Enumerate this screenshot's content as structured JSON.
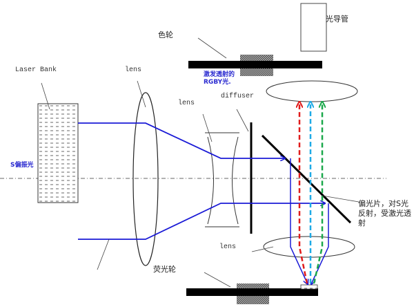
{
  "labels": {
    "laser_bank": "Laser Bank",
    "lens_1": "lens",
    "lens_2": "lens",
    "lens_3": "lens",
    "diffuser": "diffuser",
    "color_wheel": "色轮",
    "light_pipe": "光导管",
    "phosphor_wheel": "荧光轮",
    "s_polarized": "S偏振光",
    "rgby_line1": "激发透射的",
    "rgby_line2": "RGBY光.",
    "polarizer_line1": "偏光片，对S光",
    "polarizer_line2": "反射，受激光透",
    "polarizer_line3": "射"
  },
  "colors": {
    "laser_beam": "#1a1ad6",
    "red_light": "#e01b1b",
    "blue_light": "#1eaae6",
    "green_light": "#1aa84a",
    "outline": "#222222",
    "wheel": "#000000",
    "s_label": "#2a2ad0"
  }
}
